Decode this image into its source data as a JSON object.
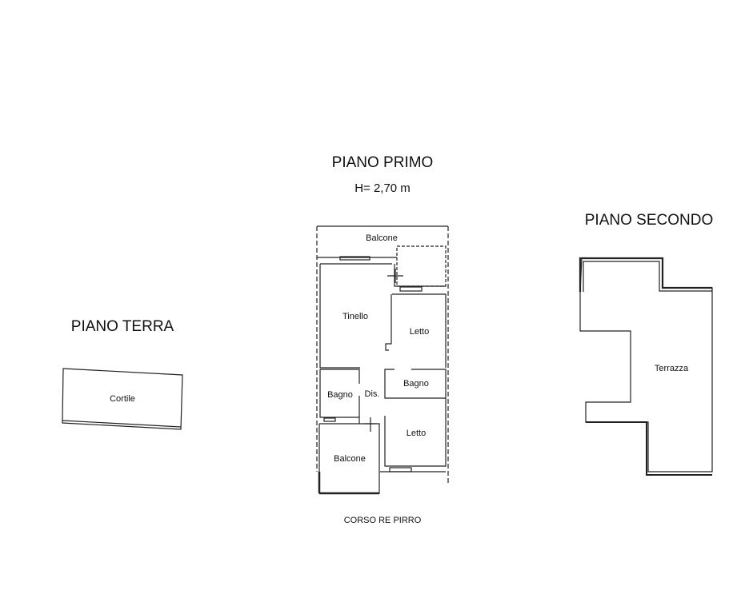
{
  "floors": {
    "ground": {
      "title": "PIANO TERRA",
      "rooms": [
        "Cortile"
      ]
    },
    "first": {
      "title": "PIANO PRIMO",
      "height": "H= 2,70 m",
      "rooms": {
        "balcone_top": "Balcone",
        "tinello": "Tinello",
        "letto_top": "Letto",
        "bagno_left": "Bagno",
        "dis": "Dis.",
        "bagno_right": "Bagno",
        "letto_bottom": "Letto",
        "balcone_bottom": "Balcone"
      },
      "street": "CORSO RE PIRRO"
    },
    "second": {
      "title": "PIANO SECONDO",
      "rooms": [
        "Terrazza"
      ]
    }
  }
}
